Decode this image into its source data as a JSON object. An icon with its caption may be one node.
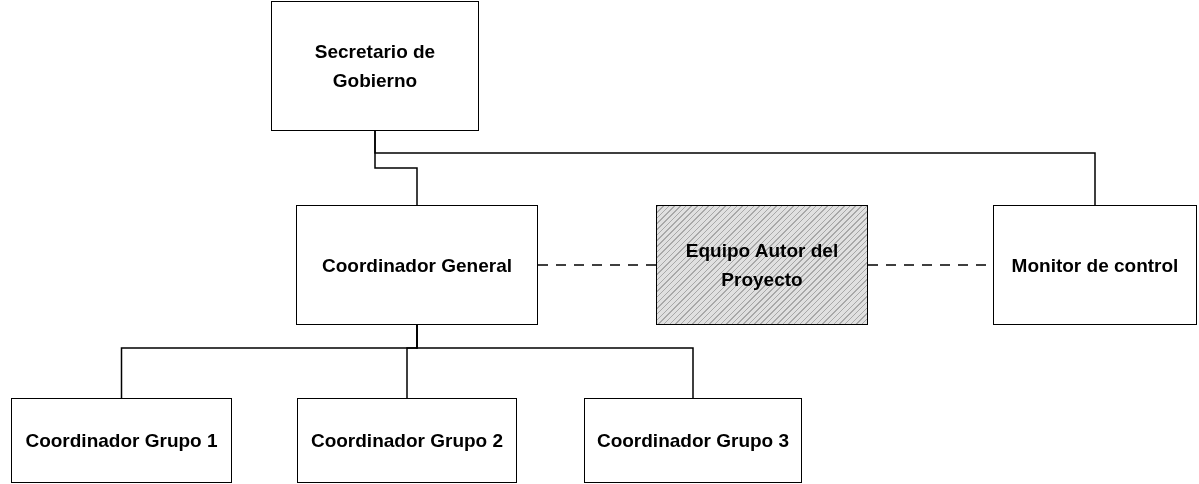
{
  "diagram": {
    "nodes": [
      {
        "text": [
          "Secretario de Gobierno"
        ]
      },
      {
        "text": [
          "Coordinador General"
        ]
      },
      {
        "text": [
          "Equipo Autor del Proyecto"
        ]
      },
      {
        "text": [
          "Monitor de control"
        ]
      },
      {
        "text": [
          "Coordinador Grupo 1"
        ]
      },
      {
        "text": [
          "Coordinador Grupo 2"
        ]
      },
      {
        "text": [
          "Coordinador Grupo 3"
        ]
      }
    ],
    "edges": [
      {
        "from": 0,
        "to": 1,
        "arrow": "none"
      },
      {
        "from": 0,
        "to": 3,
        "arrow": "none"
      },
      {
        "from": 1,
        "to": 2,
        "arrow": "none",
        "style": "dashed"
      },
      {
        "from": 2,
        "to": 3,
        "arrow": "none",
        "style": "dashed"
      },
      {
        "from": 1,
        "to": 4,
        "arrow": "none"
      },
      {
        "from": 1,
        "to": 5,
        "arrow": "none"
      },
      {
        "from": 1,
        "to": 6,
        "arrow": "none"
      }
    ]
  }
}
